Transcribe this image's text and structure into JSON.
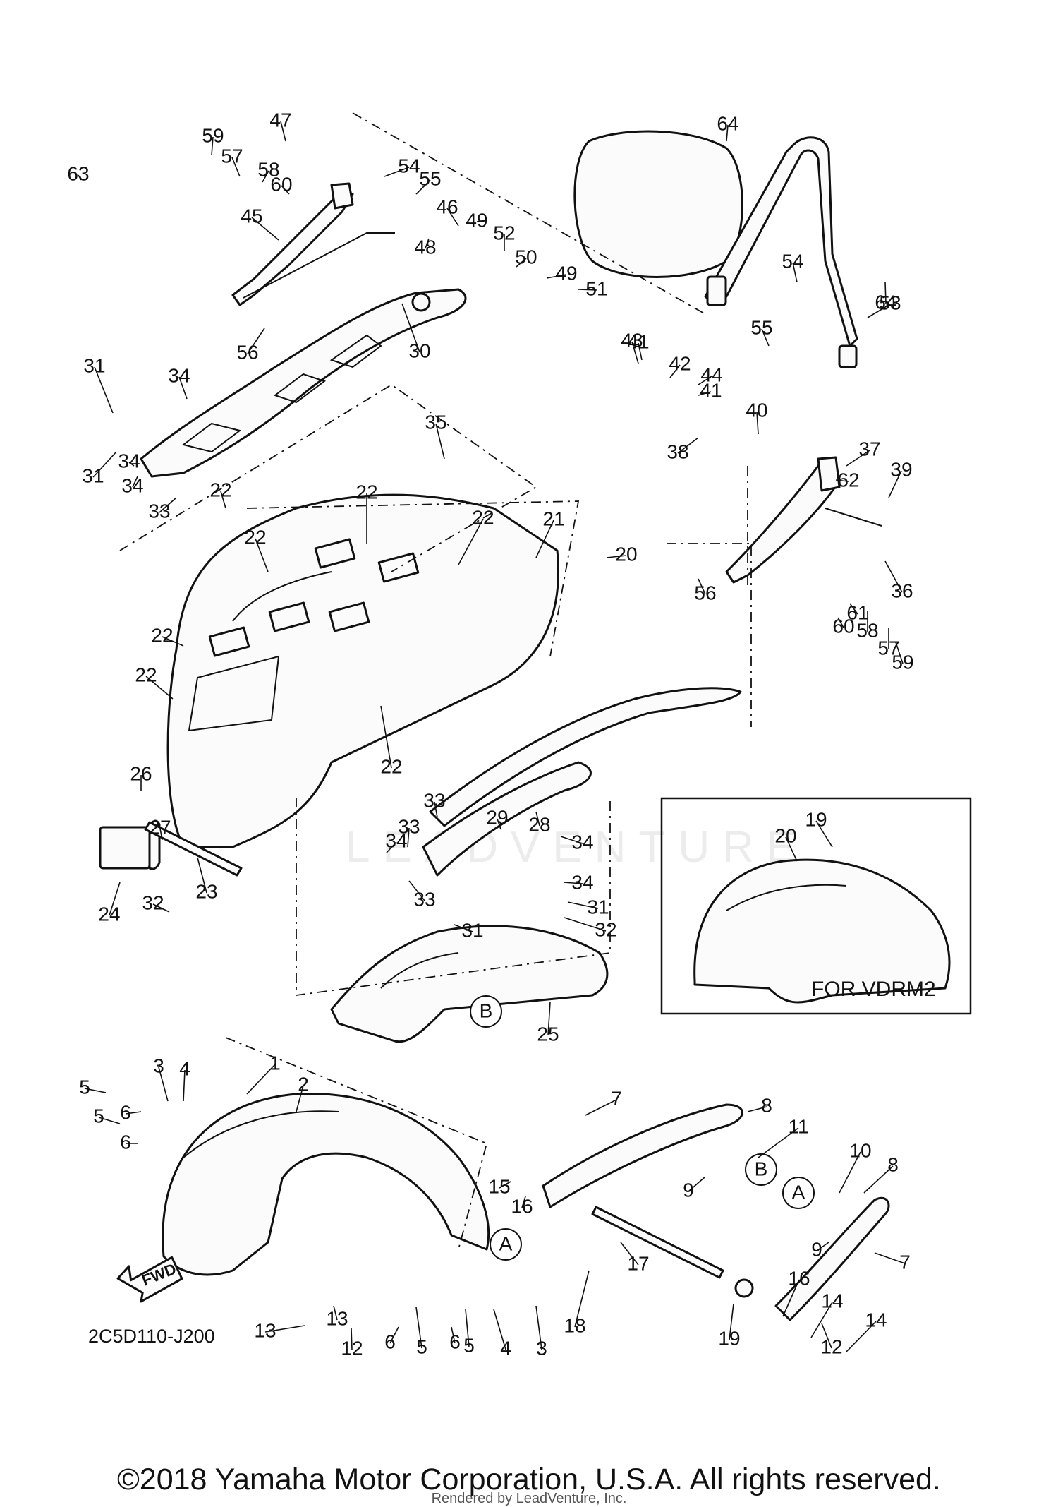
{
  "diagram": {
    "code": "2C5D110-J200",
    "inset_label": "FOR VDRM2",
    "fwd_label": "FWD",
    "copyright": "©2018 Yamaha Motor Corporation, U.S.A. All rights reserved.",
    "rendered_by": "Rendered by LeadVenture, Inc.",
    "watermark": "LEADVENTURE",
    "reference_letters": [
      "A",
      "B"
    ],
    "callouts": [
      "1",
      "2",
      "3",
      "3",
      "4",
      "4",
      "5",
      "5",
      "5",
      "5",
      "6",
      "6",
      "6",
      "6",
      "7",
      "7",
      "8",
      "8",
      "9",
      "9",
      "10",
      "11",
      "12",
      "12",
      "13",
      "13",
      "14",
      "14",
      "15",
      "16",
      "16",
      "17",
      "18",
      "19",
      "19",
      "20",
      "20",
      "21",
      "22",
      "22",
      "22",
      "22",
      "22",
      "22",
      "22",
      "23",
      "24",
      "25",
      "26",
      "27",
      "28",
      "29",
      "30",
      "31",
      "31",
      "31",
      "31",
      "32",
      "32",
      "33",
      "33",
      "33",
      "33",
      "34",
      "34",
      "34",
      "34",
      "34",
      "34",
      "35",
      "36",
      "37",
      "38",
      "39",
      "40",
      "41",
      "41",
      "42",
      "43",
      "44",
      "45",
      "46",
      "47",
      "48",
      "49",
      "49",
      "50",
      "51",
      "52",
      "53",
      "54",
      "54",
      "55",
      "55",
      "56",
      "56",
      "57",
      "57",
      "58",
      "58",
      "59",
      "59",
      "60",
      "60",
      "61",
      "62",
      "63",
      "64",
      "64"
    ]
  }
}
